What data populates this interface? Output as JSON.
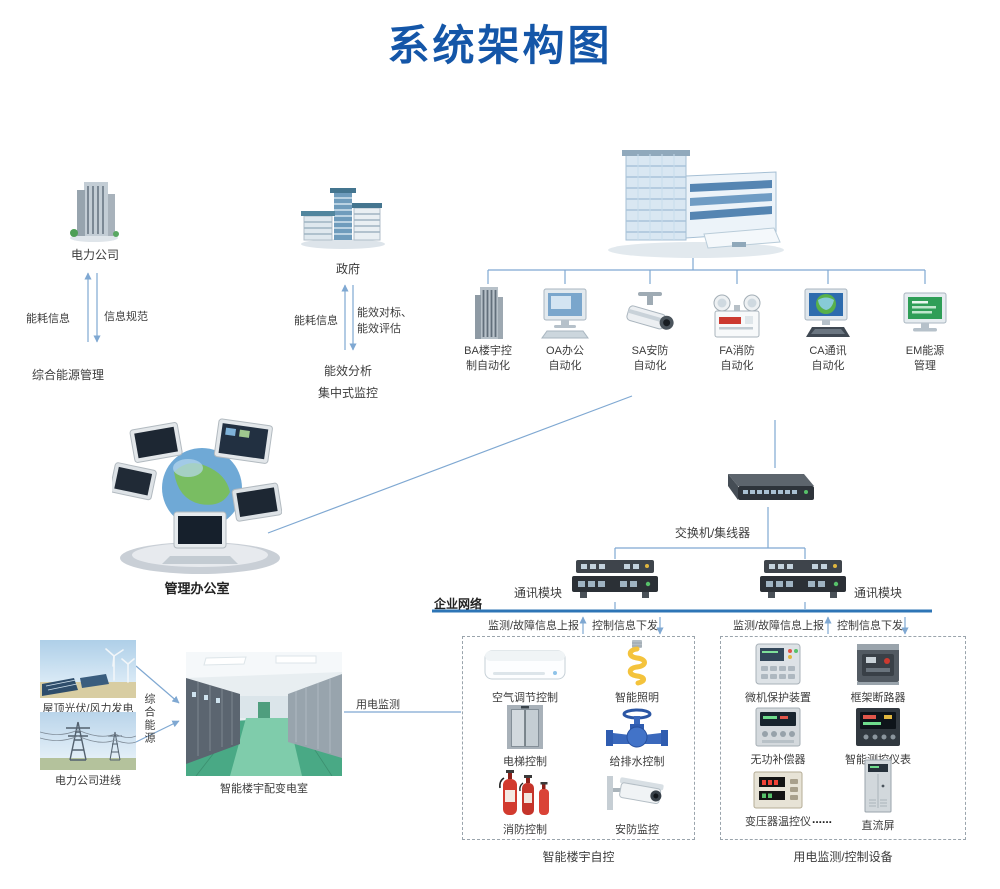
{
  "title": "系统架构图",
  "colors": {
    "title": "#1456a8",
    "line": "#7fa8d2",
    "bus": "#2e75b6"
  },
  "power_company": {
    "icon": "office-building-icon",
    "label": "电力公司",
    "arrow_left_label": "能耗信息",
    "arrow_right_label": "信息规范",
    "bottom_label": "综合能源管理"
  },
  "government": {
    "icon": "government-building-icon",
    "label": "政府",
    "arrow_left_label": "能耗信息",
    "arrow_right_label_1": "能效对标、",
    "arrow_right_label_2": "能效评估",
    "bottom_label_1": "能效分析",
    "bottom_label_2": "集中式监控"
  },
  "smart_building": {
    "icon": "modern-building-icon"
  },
  "building_systems": [
    {
      "icon": "skyscraper-icon",
      "line1": "BA楼宇控",
      "line2": "制自动化"
    },
    {
      "icon": "office-monitor-icon",
      "line1": "OA办公",
      "line2": "自动化"
    },
    {
      "icon": "cctv-camera-icon",
      "line1": "SA安防",
      "line2": "自动化"
    },
    {
      "icon": "emergency-light-icon",
      "line1": "FA消防",
      "line2": "自动化"
    },
    {
      "icon": "computer-globe-icon",
      "line1": "CA通讯",
      "line2": "自动化"
    },
    {
      "icon": "green-monitor-icon",
      "line1": "EM能源",
      "line2": "管理"
    }
  ],
  "management_office": {
    "icon": "workstations-globe-icon",
    "label": "管理办公室"
  },
  "network": {
    "switch_icon": "network-switch-icon",
    "switch_label": "交换机/集线器",
    "comm_module_icon": "comm-module-icon",
    "comm_module_left": "通讯模块",
    "comm_module_right": "通讯模块",
    "enterprise_label": "企业网络",
    "left_up": "监测/故障信息上报",
    "left_down": "控制信息下发",
    "right_up": "监测/故障信息上报",
    "right_down": "控制信息下发"
  },
  "supply": {
    "pv_icon": "solar-wind-photo",
    "pv_label": "屋顶光伏/风力发电",
    "grid_icon": "power-lines-photo",
    "grid_label": "电力公司进线",
    "combined_label": "综合能源",
    "room_icon": "substation-room-photo",
    "room_label": "智能楼宇配变电室",
    "monitor_label": "用电监测"
  },
  "building_control_box": {
    "caption": "智能楼宇自控",
    "items": [
      {
        "icon": "air-conditioner-icon",
        "label": "空气调节控制"
      },
      {
        "icon": "cfl-bulb-icon",
        "label": "智能照明"
      },
      {
        "icon": "elevator-icon",
        "label": "电梯控制"
      },
      {
        "icon": "control-valve-icon",
        "label": "给排水控制"
      },
      {
        "icon": "fire-extinguisher-icon",
        "label": "消防控制"
      },
      {
        "icon": "security-camera-icon",
        "label": "安防监控"
      }
    ]
  },
  "power_device_box": {
    "caption": "用电监测/控制设备",
    "items": [
      {
        "icon": "protection-relay-icon",
        "label": "微机保护装置"
      },
      {
        "icon": "frame-breaker-icon",
        "label": "框架断路器"
      },
      {
        "icon": "compensator-icon",
        "label": "无功补偿器"
      },
      {
        "icon": "smart-meter-icon",
        "label": "智能测控仪表"
      },
      {
        "icon": "temp-controller-icon",
        "label": "变压器温控仪"
      },
      {
        "icon": "dc-cabinet-icon",
        "label": "直流屏"
      }
    ],
    "ellipsis": "......"
  }
}
